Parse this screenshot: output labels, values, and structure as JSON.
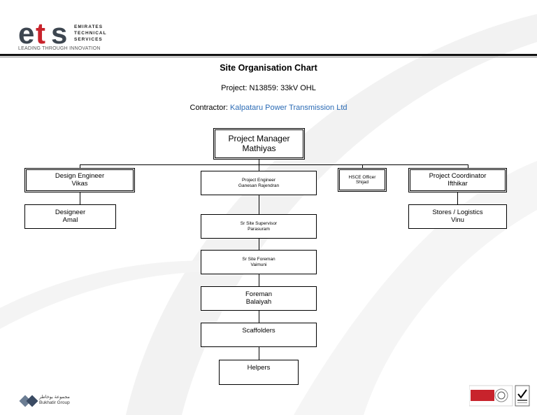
{
  "header": {
    "logo_text": "ets",
    "logo_lines": [
      "EMIRATES",
      "TECHNICAL",
      "SERVICES"
    ],
    "tagline": "LEADING THROUGH INNOVATION"
  },
  "title": "Site Organisation Chart",
  "project": "Project:  N13859: 33kV OHL",
  "contractor_label": "Contractor: ",
  "contractor_name": "Kalpataru Power Transmission Ltd",
  "org": {
    "manager": {
      "role": "Project Manager",
      "name": "Mathiyas"
    },
    "design_engineer": {
      "role": "Design Engineer",
      "name": "Vikas"
    },
    "designer": {
      "role": "Designeer",
      "name": "Amal"
    },
    "project_engineer": {
      "role": "Project Engineer",
      "name": "Ganesan Rajendran"
    },
    "hsce_officer": {
      "role": "HSCE Officer",
      "name": "Shijad"
    },
    "project_coordinator": {
      "role": "Project Coordinator",
      "name": "Ifthikar"
    },
    "stores": {
      "role": "Stores / Logistics",
      "name": "Vinu"
    },
    "sr_supervisor": {
      "role": "Sr Site Supervisor",
      "name": "Parasuram"
    },
    "sr_foreman": {
      "role": "Sr Site Foreman",
      "name": "Vaimuni"
    },
    "foreman": {
      "role": "Foreman",
      "name": "Balaiyah"
    },
    "scaffolders": {
      "role": "Scaffolders"
    },
    "helpers": {
      "role": "Helpers"
    }
  },
  "footer": {
    "group_arabic": "مجموعة بوخاطر",
    "group_name": "Bukhatir Group"
  },
  "colors": {
    "brand_red": "#c8232c",
    "brand_grey": "#3d4650",
    "link_blue": "#2b6bb5"
  }
}
